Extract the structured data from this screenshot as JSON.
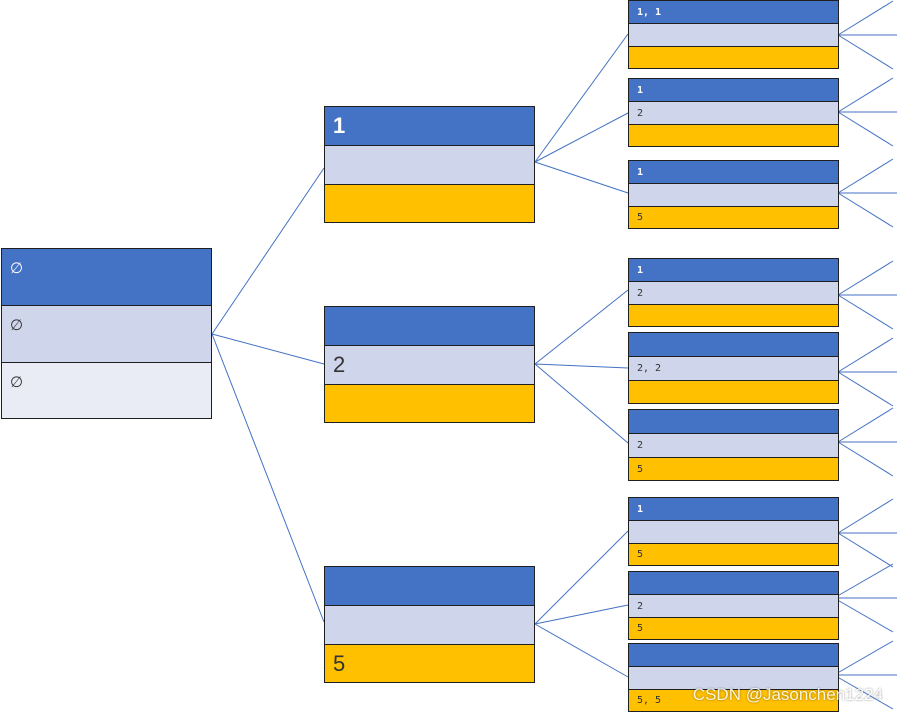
{
  "colors": {
    "blue": "#4472c4",
    "lavender": "#cfd5ea",
    "pale": "#e9ebf5",
    "gold": "#ffc000",
    "line": "#4472c4"
  },
  "root": {
    "rows": [
      "∅",
      "∅",
      "∅"
    ]
  },
  "level1": [
    {
      "rows": [
        "1",
        "",
        ""
      ]
    },
    {
      "rows": [
        "",
        "2",
        ""
      ]
    },
    {
      "rows": [
        "",
        "",
        "5"
      ]
    }
  ],
  "level2": [
    {
      "rows": [
        "1, 1",
        "",
        ""
      ]
    },
    {
      "rows": [
        "1",
        "2",
        ""
      ]
    },
    {
      "rows": [
        "1",
        "",
        "5"
      ]
    },
    {
      "rows": [
        "1",
        "2",
        ""
      ]
    },
    {
      "rows": [
        "",
        "2, 2",
        ""
      ]
    },
    {
      "rows": [
        "",
        "2",
        "5"
      ]
    },
    {
      "rows": [
        "1",
        "",
        "5"
      ]
    },
    {
      "rows": [
        "",
        "2",
        "5"
      ]
    },
    {
      "rows": [
        "",
        "",
        "5, 5"
      ]
    }
  ],
  "watermark": "CSDN @Jasonchen1224"
}
